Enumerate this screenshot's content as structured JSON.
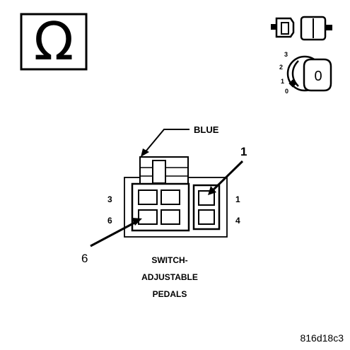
{
  "icons": {
    "ohm_symbol": "Ω",
    "connector": "connector-disconnected-icon",
    "ignition": "ignition-key-off-icon"
  },
  "ignition": {
    "positions": [
      "3",
      "2",
      "1",
      "0"
    ],
    "key_label": "0"
  },
  "connector": {
    "wire_color_label": "BLUE",
    "pin_labels_left": [
      "3",
      "6"
    ],
    "pin_labels_right": [
      "1",
      "4"
    ],
    "callout_top": "1",
    "callout_bottom": "6"
  },
  "caption": {
    "line1": "SWITCH-",
    "line2": "ADJUSTABLE",
    "line3": "PEDALS"
  },
  "figure_id": "816d18c3"
}
